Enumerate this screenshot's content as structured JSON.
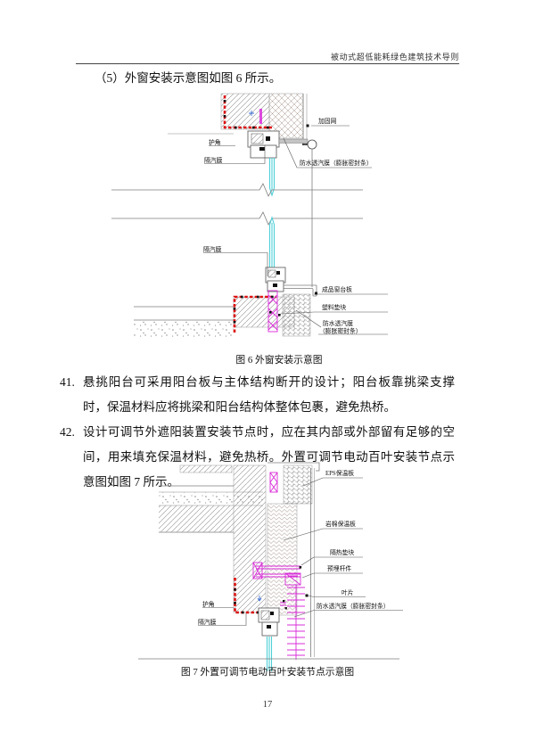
{
  "header": {
    "title": "被动式超低能耗绿色建筑技术导则"
  },
  "intro": {
    "text": "（5）外窗安装示意图如图 6 所示。"
  },
  "items": [
    {
      "num": "41.",
      "text": "悬挑阳台可采用阳台板与主体结构断开的设计；阳台板靠挑梁支撑时，保温材料应将挑梁和阳台结构体整体包裹，避免热桥。"
    },
    {
      "num": "42.",
      "text": "设计可调节外遮阳装置安装节点时，应在其内部或外部留有足够的空间，用来填充保温材料，避免热桥。外置可调节电动百叶安装节点示意图如图 7 所示。"
    }
  ],
  "fig6": {
    "caption": "图 6 外窗安装示意图",
    "labels": {
      "corner_guard": "护角",
      "vapor_barrier_top": "隔汽膜",
      "reinforce_mesh": "加固网",
      "waterproof_membrane": "防水透汽膜（膨胀密封条）",
      "vapor_barrier_bottom": "隔汽膜",
      "sill_board": "成品窗台板",
      "plastic_spacer": "塑料垫块",
      "waterproof_membrane2_l1": "防水透汽膜",
      "waterproof_membrane2_l2": "（膨胀密封条）"
    }
  },
  "fig7": {
    "caption": "图 7 外置可调节电动百叶安装节点示意图",
    "labels": {
      "eps_board": "EPS保温板",
      "rockwool_board": "岩棉保温板",
      "thermal_spacer": "隔热垫块",
      "embedded_rod": "预埋杆件",
      "louver_blade": "叶片",
      "waterproof_membrane": "防水透汽膜（膨胀密封条）",
      "corner_guard": "护角",
      "vapor_barrier": "隔汽膜"
    }
  },
  "footer": {
    "page_number": "17"
  },
  "colors": {
    "accent_red": "#dd1111",
    "accent_magenta": "#d92bd9",
    "glass_cyan": "#4ecfd8",
    "line_gray": "#7d7d7d"
  }
}
